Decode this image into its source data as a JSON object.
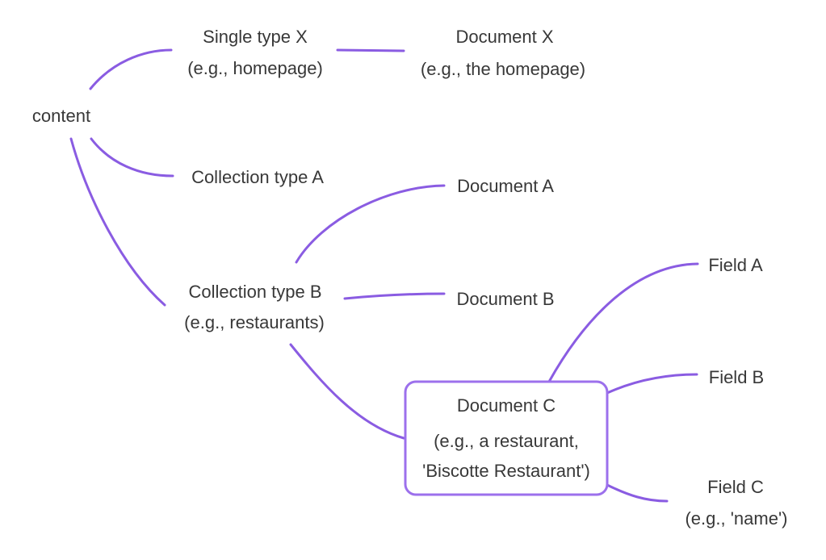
{
  "colors": {
    "edge": "#8a5ce2",
    "box_border": "#9c70ec",
    "text": "#383838",
    "background": "#ffffff"
  },
  "nodes": {
    "content": {
      "lines": [
        "content"
      ]
    },
    "single_type_x": {
      "lines": [
        "Single type X",
        "(e.g., homepage)"
      ]
    },
    "document_x": {
      "lines": [
        "Document X",
        "(e.g., the homepage)"
      ]
    },
    "collection_type_a": {
      "lines": [
        "Collection type A"
      ]
    },
    "collection_type_b": {
      "lines": [
        "Collection type B",
        "(e.g., restaurants)"
      ]
    },
    "document_a": {
      "lines": [
        "Document A"
      ]
    },
    "document_b": {
      "lines": [
        "Document B"
      ]
    },
    "document_c": {
      "lines": [
        "Document C",
        "(e.g., a restaurant,",
        "'Biscotte Restaurant')"
      ]
    },
    "field_a": {
      "lines": [
        "Field A"
      ]
    },
    "field_b": {
      "lines": [
        "Field B"
      ]
    },
    "field_c": {
      "lines": [
        "Field C",
        "(e.g., 'name')"
      ]
    }
  },
  "edges": [
    {
      "from": "content",
      "to": "single_type_x"
    },
    {
      "from": "single_type_x",
      "to": "document_x"
    },
    {
      "from": "content",
      "to": "collection_type_a"
    },
    {
      "from": "content",
      "to": "collection_type_b"
    },
    {
      "from": "collection_type_b",
      "to": "document_a"
    },
    {
      "from": "collection_type_b",
      "to": "document_b"
    },
    {
      "from": "collection_type_b",
      "to": "document_c"
    },
    {
      "from": "document_c",
      "to": "field_a"
    },
    {
      "from": "document_c",
      "to": "field_b"
    },
    {
      "from": "document_c",
      "to": "field_c"
    }
  ]
}
